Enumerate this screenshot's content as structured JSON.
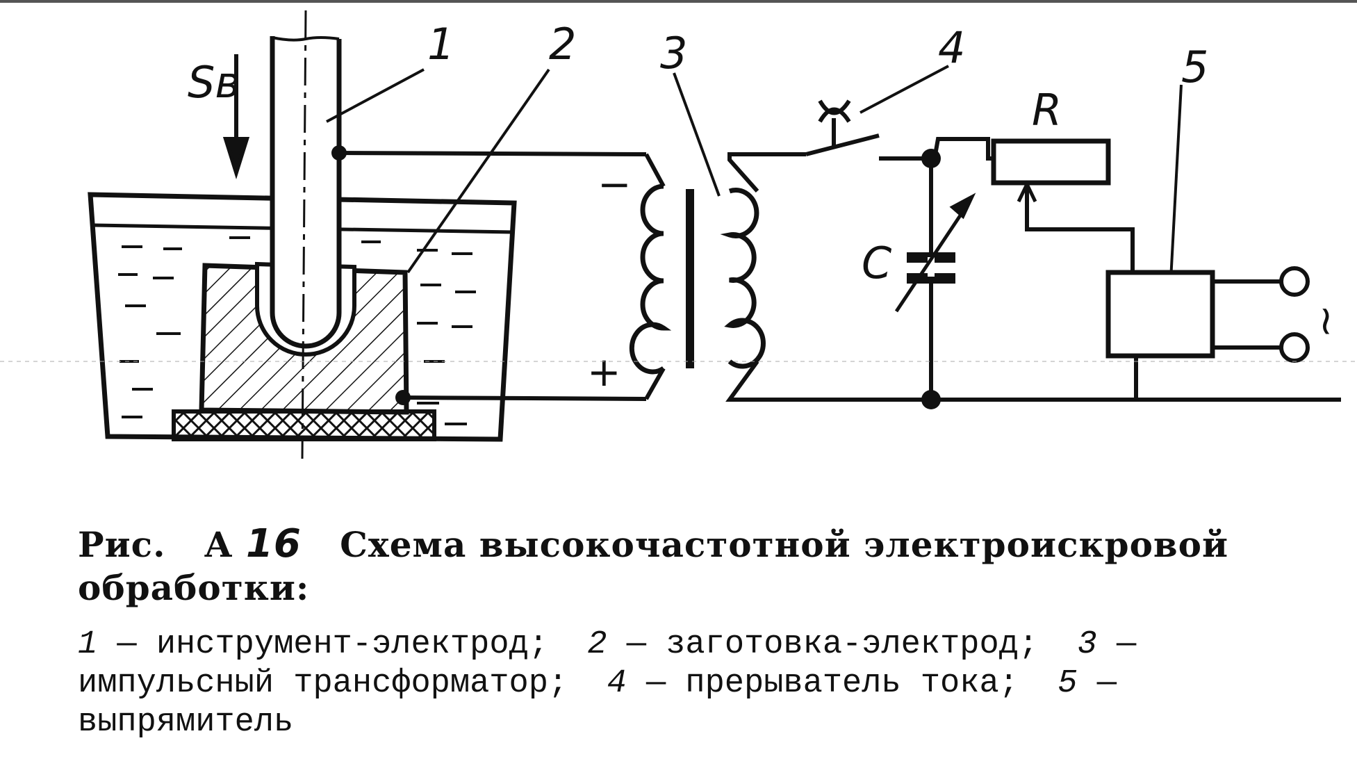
{
  "diagram": {
    "labels": {
      "feed": "Sв",
      "tool_electrode": "1",
      "workpiece_electrode": "2",
      "transformer": "3",
      "interrupter": "4",
      "rectifier": "5",
      "resistor": "R",
      "capacitor": "C",
      "minus": "−",
      "plus": "+",
      "mains": "~"
    }
  },
  "caption": {
    "prefix": "Рис.",
    "letter": "А",
    "number": "16",
    "title": "Схема высокочастотной электроискровой обработки:"
  },
  "legend": [
    {
      "num": "1",
      "text": "инструмент-электрод;"
    },
    {
      "num": "2",
      "text": "заготовка-электрод;"
    },
    {
      "num": "3",
      "text": "импульсный трансформатор;"
    },
    {
      "num": "4",
      "text": "прерыватель тока;"
    },
    {
      "num": "5",
      "text": "выпрямитель"
    }
  ]
}
